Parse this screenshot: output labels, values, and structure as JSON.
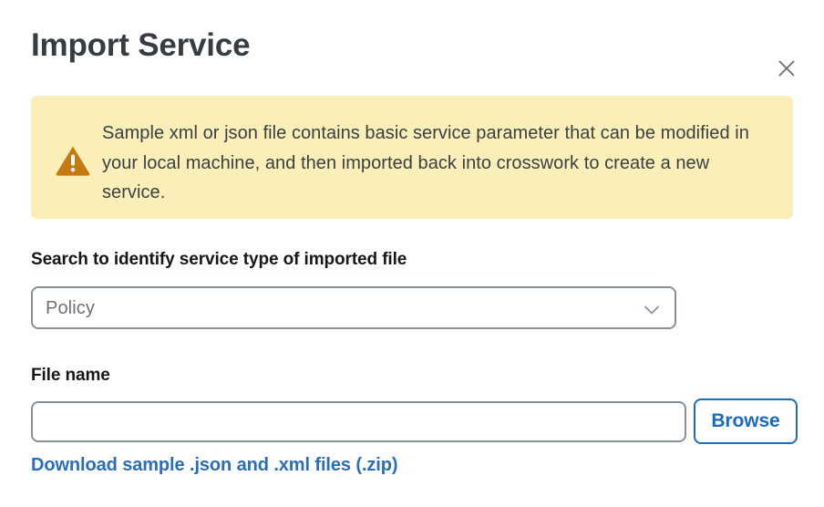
{
  "modal": {
    "title": "Import Service",
    "close_icon": "close-icon",
    "close_label": "×"
  },
  "banner": {
    "icon": "warning-triangle-icon",
    "message": "Sample xml or json file contains basic service parameter that can be modified in your local machine, and then imported back into crosswork to create a new service.",
    "background_color": "#faeeb9",
    "icon_color": "#c47a12"
  },
  "service_type_field": {
    "label": "Search to identify service type of imported file",
    "selected_value": "Policy",
    "dropdown_icon": "chevron-down-icon"
  },
  "file_field": {
    "label": "File name",
    "value": "",
    "placeholder": "",
    "browse_label": "Browse"
  },
  "download": {
    "link_label": "Download sample .json and .xml files (.zip)",
    "color": "#2a6ebb"
  }
}
